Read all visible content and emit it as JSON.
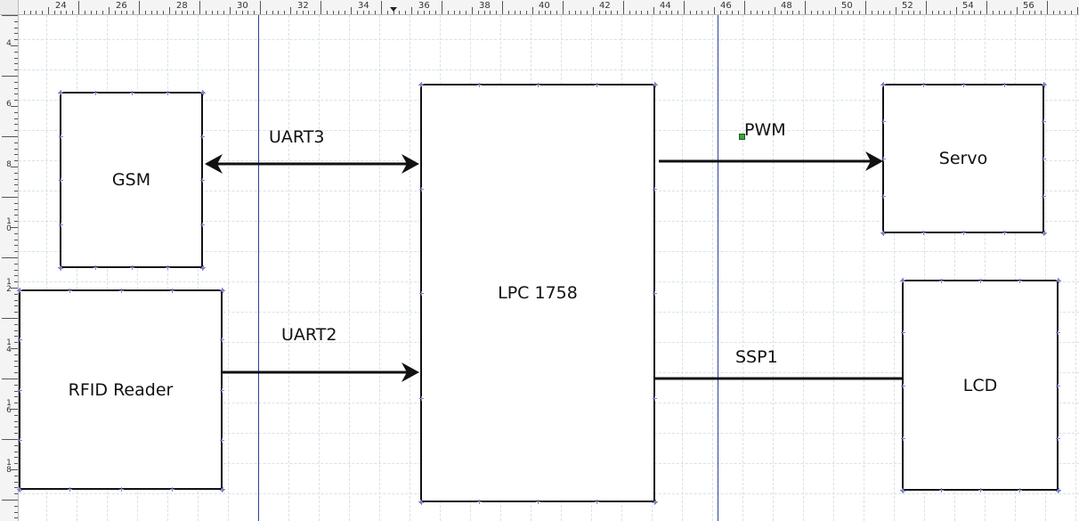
{
  "ruler": {
    "top_labels": [
      "24",
      "26",
      "28",
      "30",
      "32",
      "34",
      "36",
      "38",
      "40",
      "42",
      "44",
      "46",
      "48",
      "50",
      "52",
      "54",
      "56"
    ],
    "left_labels": [
      [
        "4"
      ],
      [
        "6"
      ],
      [
        "8"
      ],
      [
        "1",
        "0"
      ],
      [
        "1",
        "2"
      ],
      [
        "1",
        "4"
      ],
      [
        "1",
        "6"
      ],
      [
        "1",
        "8"
      ]
    ]
  },
  "blocks": {
    "gsm": "GSM",
    "rfid": "RFID Reader",
    "mcu": "LPC 1758",
    "servo": "Servo",
    "lcd": "LCD"
  },
  "connections": {
    "uart3": "UART3",
    "uart2": "UART2",
    "pwm": "PWM",
    "ssp1": "SSP1"
  },
  "colors": {
    "guide_line": "#2b3f9f",
    "grid": "#d6e2ea",
    "connection_point": "#7f86c4",
    "selection_handle": "#3fa33f"
  }
}
